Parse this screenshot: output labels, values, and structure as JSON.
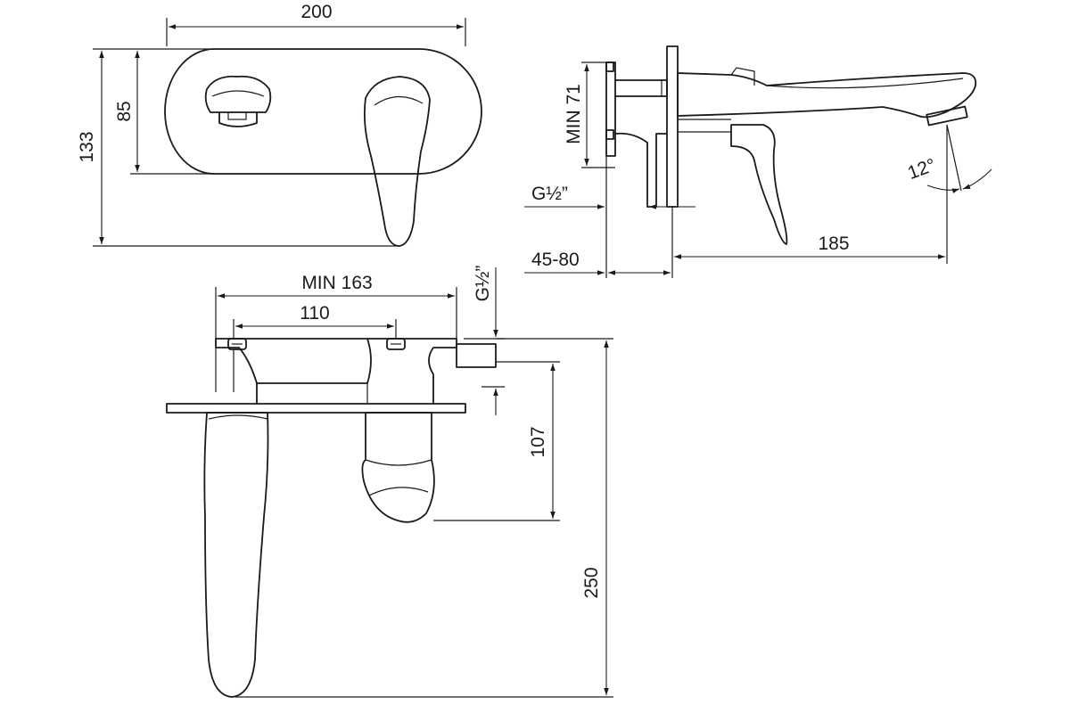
{
  "drawing": {
    "front_view": {
      "width_label": "200",
      "height_total_label": "133",
      "plate_height_label": "85"
    },
    "side_view": {
      "min_depth_label": "MIN 71",
      "thread_label": "G½”",
      "wall_depth_label": "45-80",
      "spout_length_label": "185",
      "angle_label": "12°"
    },
    "top_view": {
      "min_width_label": "MIN 163",
      "centers_label": "110",
      "thread_label": "G½”",
      "handle_depth_label": "107",
      "spout_depth_label": "250"
    }
  }
}
